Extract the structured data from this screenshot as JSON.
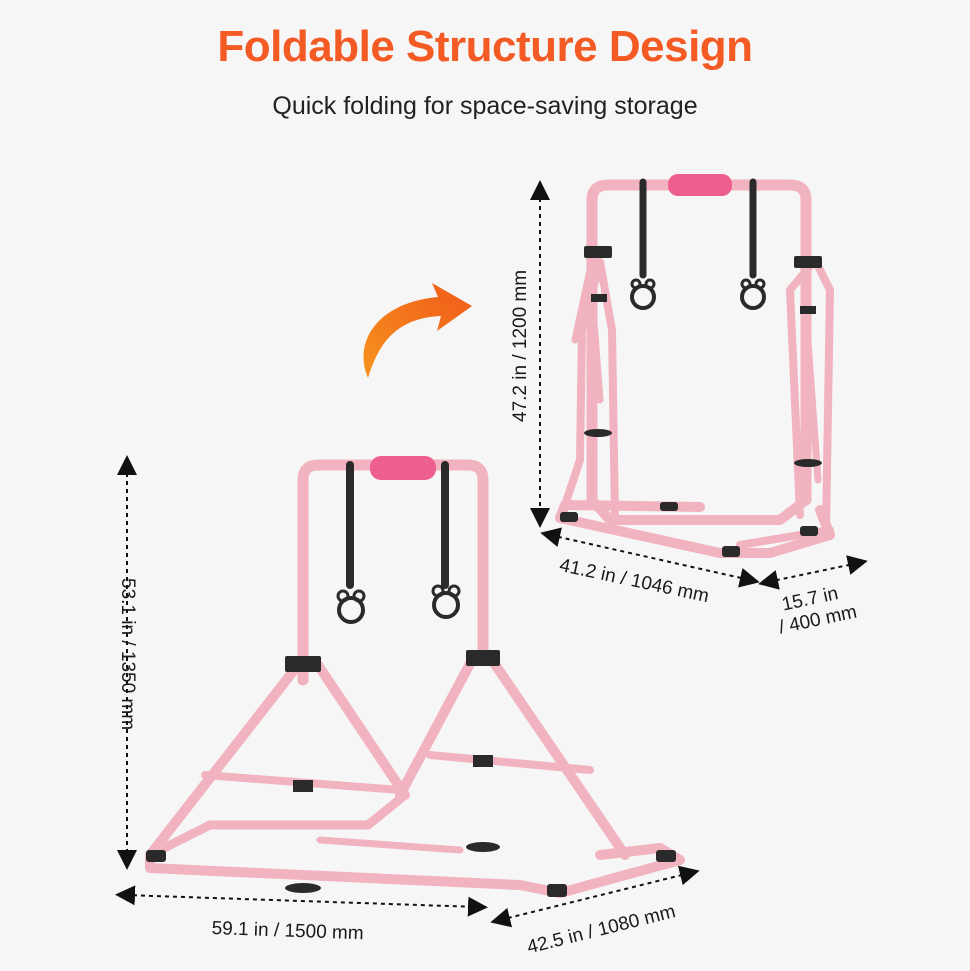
{
  "header": {
    "title": "Foldable Structure Design",
    "subtitle": "Quick folding for space-saving storage"
  },
  "dimensions": {
    "folded_height": "47.2 in / 1200 mm",
    "folded_width": "41.2 in / 1046 mm",
    "folded_depth_line1": "15.7 in",
    "folded_depth_line2": "/ 400 mm",
    "open_height": "53.1 in / 1350 mm",
    "open_width": "59.1 in / 1500 mm",
    "open_depth": "42.5 in / 1080 mm"
  },
  "colors": {
    "title": "#f45a23",
    "frame": "#f2b3c0",
    "pad": "#ec5f8f",
    "arrow": "#f47a20",
    "pole": "#a9a9a9",
    "strap": "#2a2a2a"
  }
}
